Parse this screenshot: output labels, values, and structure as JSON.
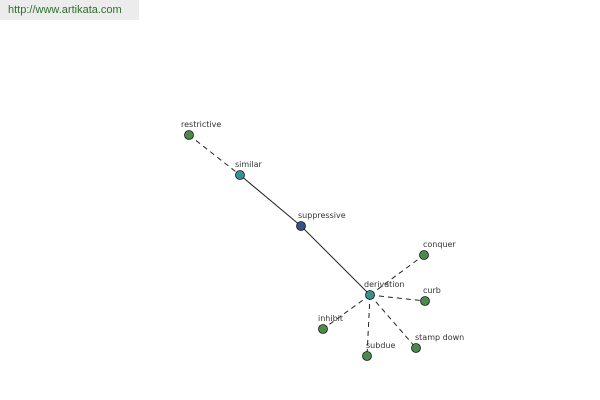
{
  "header": {
    "link_text": "http://www.artikata.com"
  },
  "graph": {
    "nodes": [
      {
        "id": "restrictive",
        "label": "restrictive",
        "color": "#4a8a4a"
      },
      {
        "id": "similar",
        "label": "similar",
        "color": "#3a8f8f"
      },
      {
        "id": "suppressive",
        "label": "suppressive",
        "color": "#3a4f8c"
      },
      {
        "id": "derivation",
        "label": "derivation",
        "color": "#3a8f8f"
      },
      {
        "id": "conquer",
        "label": "conquer",
        "color": "#4a8a4a"
      },
      {
        "id": "curb",
        "label": "curb",
        "color": "#4a8a4a"
      },
      {
        "id": "stamp_down",
        "label": "stamp down",
        "color": "#4a8a4a"
      },
      {
        "id": "subdue",
        "label": "subdue",
        "color": "#4a8a4a"
      },
      {
        "id": "inhibit",
        "label": "inhibit",
        "color": "#4a8a4a"
      }
    ],
    "edges": [
      {
        "from": "restrictive",
        "to": "similar",
        "style": "dashed"
      },
      {
        "from": "similar",
        "to": "suppressive",
        "style": "solid"
      },
      {
        "from": "suppressive",
        "to": "derivation",
        "style": "solid"
      },
      {
        "from": "derivation",
        "to": "conquer",
        "style": "dashed"
      },
      {
        "from": "derivation",
        "to": "curb",
        "style": "dashed"
      },
      {
        "from": "derivation",
        "to": "stamp_down",
        "style": "dashed"
      },
      {
        "from": "derivation",
        "to": "subdue",
        "style": "dashed"
      },
      {
        "from": "derivation",
        "to": "inhibit",
        "style": "dashed"
      }
    ]
  }
}
